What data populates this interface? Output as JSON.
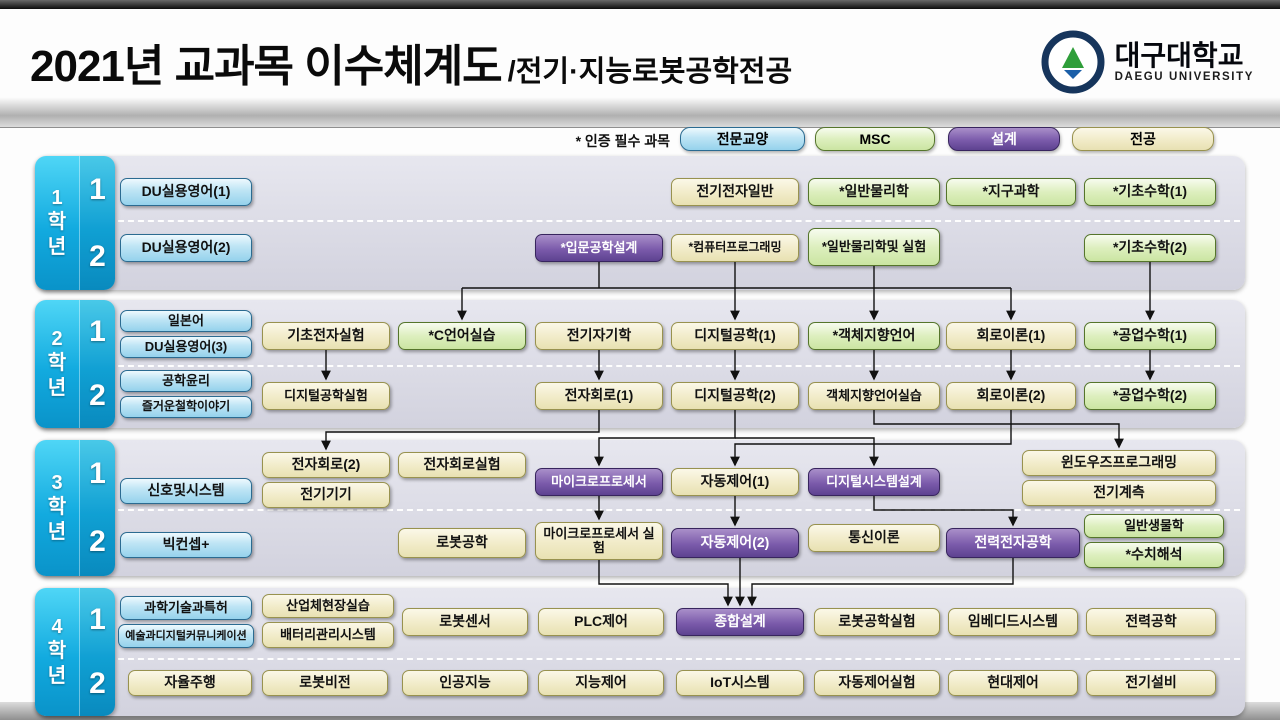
{
  "header": {
    "title": "2021년 교과목 이수체계도",
    "subtitle": "/전기·지능로봇공학전공",
    "university_kr": "대구대학교",
    "university_en": "DAEGU UNIVERSITY"
  },
  "legend": {
    "note": "* 인증 필수 과목",
    "items": [
      {
        "label": "전문교양",
        "type": "gen"
      },
      {
        "label": "MSC",
        "type": "msc"
      },
      {
        "label": "설계",
        "type": "design"
      },
      {
        "label": "전공",
        "type": "major"
      }
    ]
  },
  "colors": {
    "general_education": "#a9dcf2",
    "msc": "#d9edbb",
    "design": "#6f4f9e",
    "major": "#f0e9c4",
    "grade_tab": "#18b7e9"
  },
  "years": [
    {
      "grade": "1",
      "suffix": "학년",
      "semesters": [
        {
          "num": "1",
          "courses": [
            {
              "label": "DU실용영어(1)",
              "type": "gen"
            },
            {
              "label": "전기전자일반",
              "type": "major"
            },
            {
              "label": "*일반물리학",
              "type": "msc"
            },
            {
              "label": "*지구과학",
              "type": "msc"
            },
            {
              "label": "*기초수학(1)",
              "type": "msc"
            }
          ]
        },
        {
          "num": "2",
          "courses": [
            {
              "label": "DU실용영어(2)",
              "type": "gen"
            },
            {
              "label": "*입문공학설계",
              "type": "design"
            },
            {
              "label": "*컴퓨터프로그래밍",
              "type": "major"
            },
            {
              "label": "*일반물리학및 실험",
              "type": "msc"
            },
            {
              "label": "*기초수학(2)",
              "type": "msc"
            }
          ]
        }
      ]
    },
    {
      "grade": "2",
      "suffix": "학년",
      "semesters": [
        {
          "num": "1",
          "courses": [
            {
              "label": "일본어",
              "type": "gen"
            },
            {
              "label": "DU실용영어(3)",
              "type": "gen"
            },
            {
              "label": "기초전자실험",
              "type": "major"
            },
            {
              "label": "*C언어실습",
              "type": "msc"
            },
            {
              "label": "전기자기학",
              "type": "major"
            },
            {
              "label": "디지털공학(1)",
              "type": "major"
            },
            {
              "label": "*객체지향언어",
              "type": "msc"
            },
            {
              "label": "회로이론(1)",
              "type": "major"
            },
            {
              "label": "*공업수학(1)",
              "type": "msc"
            }
          ]
        },
        {
          "num": "2",
          "courses": [
            {
              "label": "공학윤리",
              "type": "gen"
            },
            {
              "label": "즐거운철학이야기",
              "type": "gen"
            },
            {
              "label": "디지털공학실험",
              "type": "major"
            },
            {
              "label": "전자회로(1)",
              "type": "major"
            },
            {
              "label": "디지털공학(2)",
              "type": "major"
            },
            {
              "label": "객체지향언어실습",
              "type": "major"
            },
            {
              "label": "회로이론(2)",
              "type": "major"
            },
            {
              "label": "*공업수학(2)",
              "type": "msc"
            }
          ]
        }
      ]
    },
    {
      "grade": "3",
      "suffix": "학년",
      "semesters": [
        {
          "num": "1",
          "courses": [
            {
              "label": "신호및시스템",
              "type": "gen"
            },
            {
              "label": "전자회로(2)",
              "type": "major"
            },
            {
              "label": "전자회로실험",
              "type": "major"
            },
            {
              "label": "전기기기",
              "type": "major"
            },
            {
              "label": "마이크로프로세서",
              "type": "design"
            },
            {
              "label": "자동제어(1)",
              "type": "major"
            },
            {
              "label": "디지털시스템설계",
              "type": "design"
            },
            {
              "label": "윈도우즈프로그래밍",
              "type": "major"
            },
            {
              "label": "전기계측",
              "type": "major"
            }
          ]
        },
        {
          "num": "2",
          "courses": [
            {
              "label": "빅컨셉+",
              "type": "gen"
            },
            {
              "label": "로봇공학",
              "type": "major"
            },
            {
              "label": "마이크로프로세서 실험",
              "type": "major"
            },
            {
              "label": "자동제어(2)",
              "type": "design"
            },
            {
              "label": "통신이론",
              "type": "major"
            },
            {
              "label": "전력전자공학",
              "type": "design"
            },
            {
              "label": "일반생물학",
              "type": "msc"
            },
            {
              "label": "*수치해석",
              "type": "msc"
            }
          ]
        }
      ]
    },
    {
      "grade": "4",
      "suffix": "학년",
      "semesters": [
        {
          "num": "1",
          "courses": [
            {
              "label": "과학기술과특허",
              "type": "gen"
            },
            {
              "label": "예술과디지털커뮤니케이션",
              "type": "gen"
            },
            {
              "label": "산업체현장실습",
              "type": "major"
            },
            {
              "label": "배터리관리시스템",
              "type": "major"
            },
            {
              "label": "로봇센서",
              "type": "major"
            },
            {
              "label": "PLC제어",
              "type": "major"
            },
            {
              "label": "종합설계",
              "type": "design"
            },
            {
              "label": "로봇공학실험",
              "type": "major"
            },
            {
              "label": "임베디드시스템",
              "type": "major"
            },
            {
              "label": "전력공학",
              "type": "major"
            }
          ]
        },
        {
          "num": "2",
          "courses": [
            {
              "label": "자율주행",
              "type": "major"
            },
            {
              "label": "로봇비전",
              "type": "major"
            },
            {
              "label": "인공지능",
              "type": "major"
            },
            {
              "label": "지능제어",
              "type": "major"
            },
            {
              "label": "IoT시스템",
              "type": "major"
            },
            {
              "label": "자동제어실험",
              "type": "major"
            },
            {
              "label": "현대제어",
              "type": "major"
            },
            {
              "label": "전기설비",
              "type": "major"
            }
          ]
        }
      ]
    }
  ]
}
